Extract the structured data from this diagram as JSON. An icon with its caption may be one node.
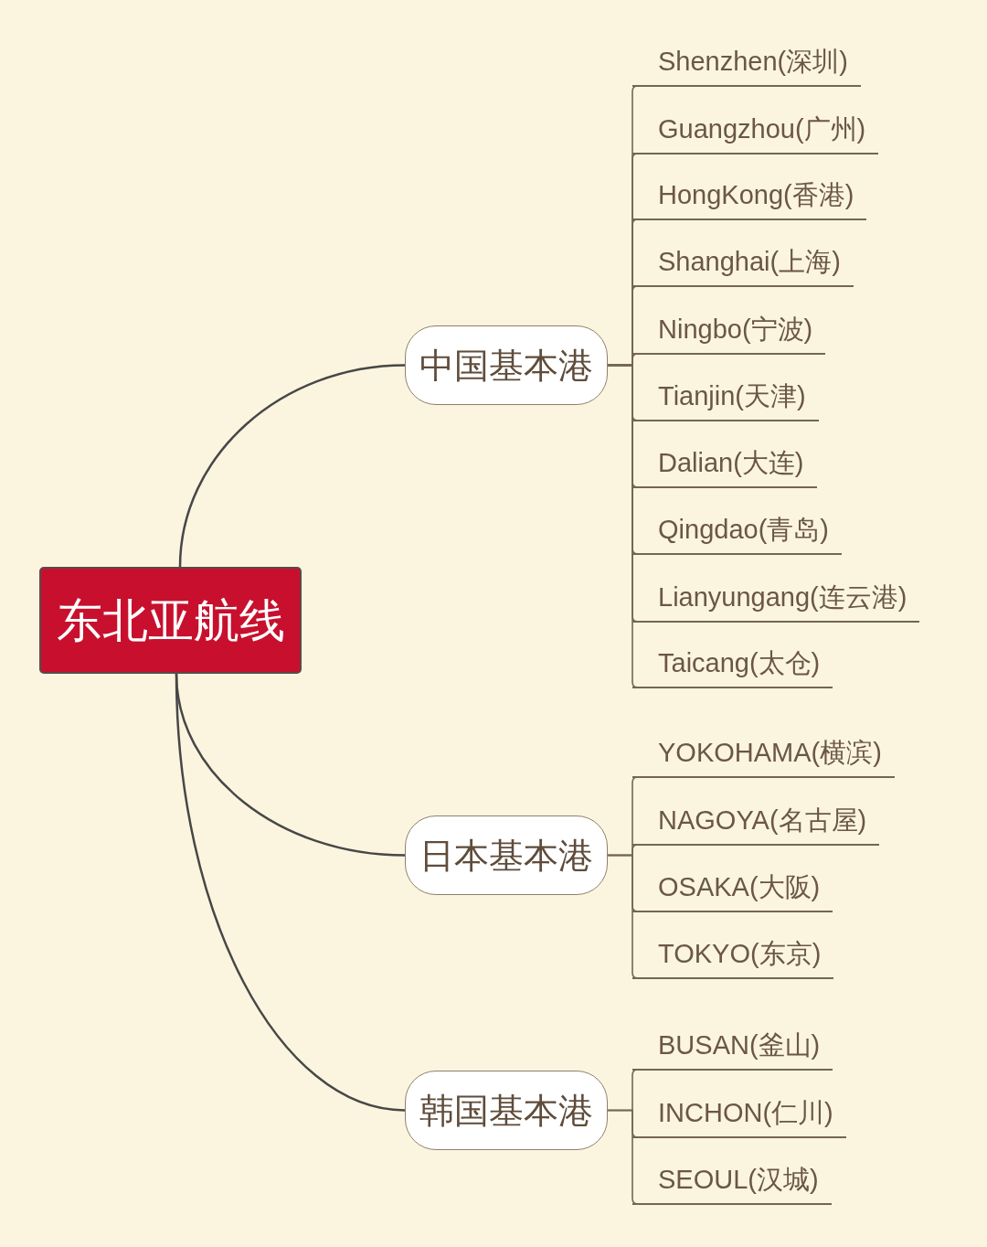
{
  "diagram": {
    "nodes": [
      {
        "text": [
          "东北亚航线"
        ]
      },
      {
        "text": [
          "中国基本港"
        ]
      },
      {
        "text": [
          "Shenzhen(深圳)"
        ]
      },
      {
        "text": [
          "Guangzhou(广州)"
        ]
      },
      {
        "text": [
          "HongKong(香港)"
        ]
      },
      {
        "text": [
          "Shanghai(上海)"
        ]
      },
      {
        "text": [
          "Ningbo(宁波)"
        ]
      },
      {
        "text": [
          "Tianjin(天津)"
        ]
      },
      {
        "text": [
          "Dalian(大连)"
        ]
      },
      {
        "text": [
          "Qingdao(青岛)"
        ]
      },
      {
        "text": [
          "Lianyungang(连云港)"
        ]
      },
      {
        "text": [
          "Taicang(太仓)"
        ]
      },
      {
        "text": [
          "日本基本港"
        ]
      },
      {
        "text": [
          "YOKOHAMA(横滨)"
        ]
      },
      {
        "text": [
          "NAGOYA(名古屋)"
        ]
      },
      {
        "text": [
          "OSAKA(大阪)"
        ]
      },
      {
        "text": [
          "TOKYO(东京)"
        ]
      },
      {
        "text": [
          "韩国基本港"
        ]
      },
      {
        "text": [
          "BUSAN(釜山)"
        ]
      },
      {
        "text": [
          "INCHON(仁川)"
        ]
      },
      {
        "text": [
          "SEOUL(汉城)"
        ]
      }
    ],
    "edges": [
      {
        "from": 0,
        "to": 1,
        "arrow": "none",
        "color": "#474747"
      },
      {
        "from": 0,
        "to": 12,
        "arrow": "none",
        "color": "#474747"
      },
      {
        "from": 0,
        "to": 17,
        "arrow": "none",
        "color": "#474747"
      },
      {
        "from": 1,
        "to": 2,
        "arrow": "none"
      },
      {
        "from": 1,
        "to": 3,
        "arrow": "none"
      },
      {
        "from": 1,
        "to": 4,
        "arrow": "none"
      },
      {
        "from": 1,
        "to": 5,
        "arrow": "none"
      },
      {
        "from": 1,
        "to": 6,
        "arrow": "none"
      },
      {
        "from": 1,
        "to": 7,
        "arrow": "none"
      },
      {
        "from": 1,
        "to": 8,
        "arrow": "none"
      },
      {
        "from": 1,
        "to": 9,
        "arrow": "none"
      },
      {
        "from": 1,
        "to": 10,
        "arrow": "none"
      },
      {
        "from": 1,
        "to": 11,
        "arrow": "none"
      },
      {
        "from": 12,
        "to": 13,
        "arrow": "none"
      },
      {
        "from": 12,
        "to": 14,
        "arrow": "none"
      },
      {
        "from": 12,
        "to": 15,
        "arrow": "none"
      },
      {
        "from": 12,
        "to": 16,
        "arrow": "none"
      },
      {
        "from": 17,
        "to": 18,
        "arrow": "none"
      },
      {
        "from": 17,
        "to": 19,
        "arrow": "none"
      },
      {
        "from": 17,
        "to": 20,
        "arrow": "none"
      }
    ]
  }
}
